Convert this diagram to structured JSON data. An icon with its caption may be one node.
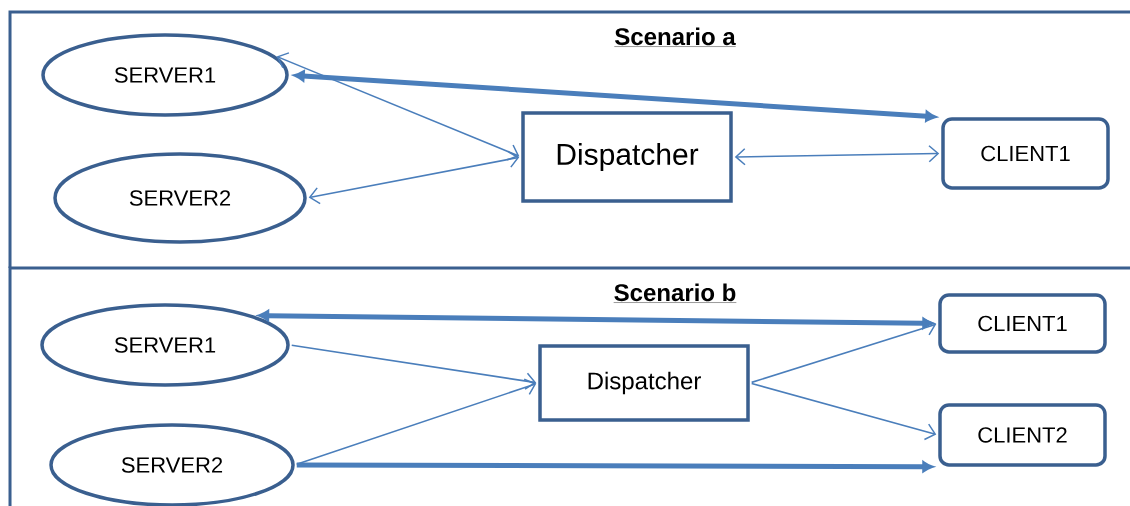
{
  "diagram": {
    "nodes": [
      {
        "text": [
          "Scenario a"
        ]
      },
      {
        "text": [
          "SERVER1"
        ],
        "in": 0
      },
      {
        "text": [
          "SERVER2"
        ],
        "in": 0
      },
      {
        "text": [
          "Dispatcher"
        ],
        "in": 0
      },
      {
        "text": [
          "CLIENT1"
        ],
        "in": 0
      },
      {
        "text": [
          "Scenario b"
        ]
      },
      {
        "text": [
          "SERVER1"
        ],
        "in": 5
      },
      {
        "text": [
          "SERVER2"
        ],
        "in": 5
      },
      {
        "text": [
          "Dispatcher"
        ],
        "in": 5
      },
      {
        "text": [
          "CLIENT1"
        ],
        "in": 5
      },
      {
        "text": [
          "CLIENT2"
        ],
        "in": 5
      }
    ],
    "edges": [
      {
        "from": 1,
        "to": 4,
        "arrow": "both",
        "style": "thick"
      },
      {
        "from": 1,
        "to": 3,
        "arrow": "both"
      },
      {
        "from": 2,
        "to": 3,
        "arrow": "both"
      },
      {
        "from": 3,
        "to": 4,
        "arrow": "both"
      },
      {
        "from": 6,
        "to": 9,
        "arrow": "both",
        "style": "thick"
      },
      {
        "from": 6,
        "to": 8,
        "arrow": "to"
      },
      {
        "from": 7,
        "to": 8,
        "arrow": "to"
      },
      {
        "from": 8,
        "to": 9,
        "arrow": "to"
      },
      {
        "from": 8,
        "to": 10,
        "arrow": "to"
      },
      {
        "from": 7,
        "to": 10,
        "arrow": "to",
        "style": "thick"
      }
    ]
  }
}
